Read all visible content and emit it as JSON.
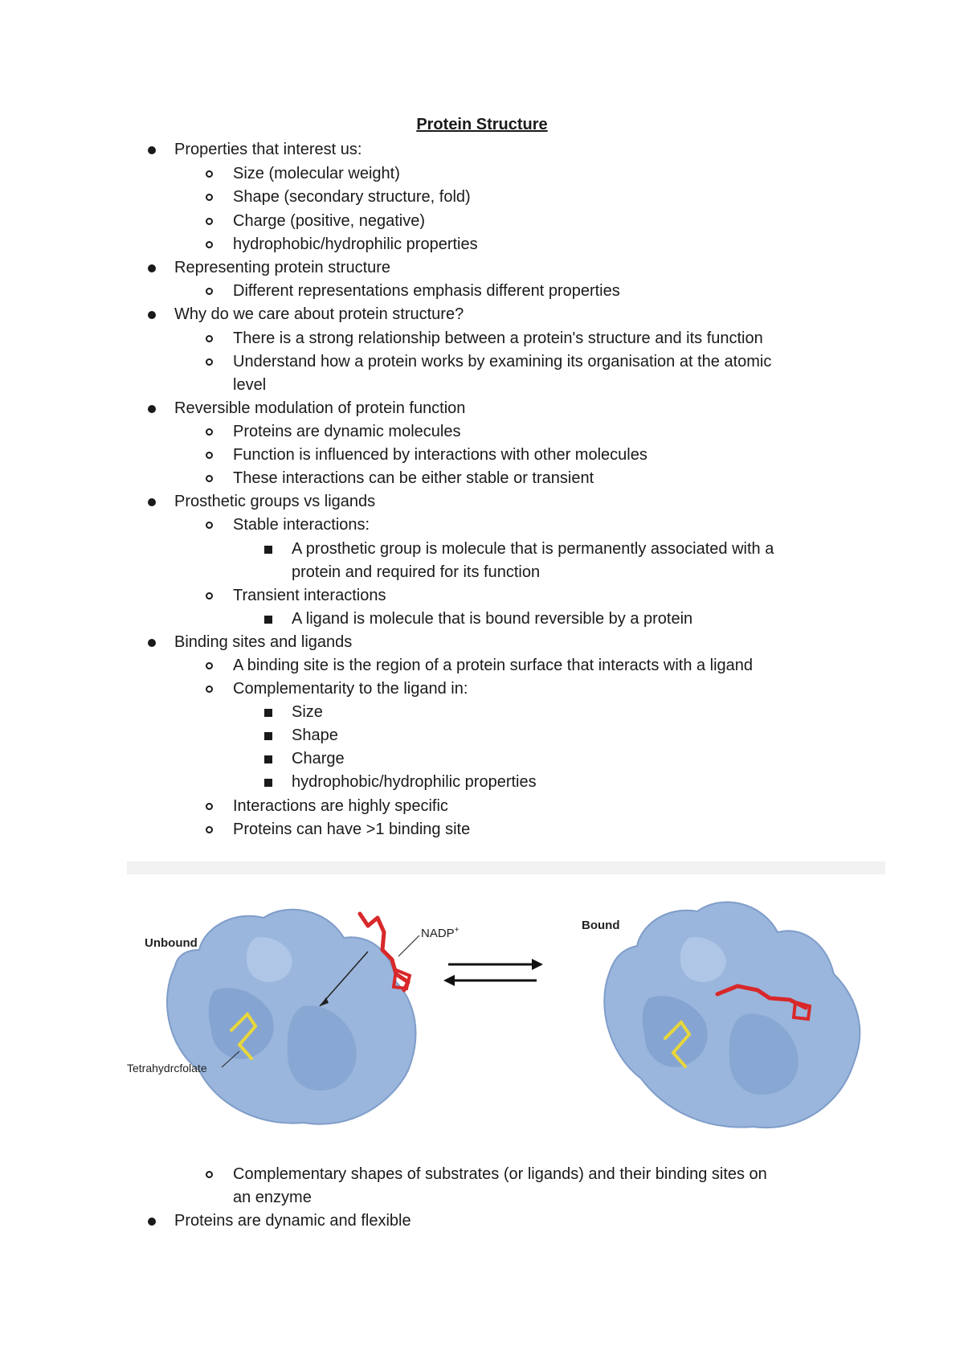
{
  "title": "Protein Structure",
  "lines": [
    "Properties that interest us:",
    "Size (molecular weight)",
    "Shape (secondary structure, fold)",
    "Charge (positive, negative)",
    "hydrophobic/hydrophilic properties",
    "Representing protein structure",
    "Different representations emphasis different properties",
    "Why do we care about protein structure?",
    "There is a strong relationship between a protein's structure and its function",
    "Understand how a protein works by examining its organisation at the atomic",
    "level",
    "Reversible modulation of protein function",
    "Proteins are dynamic molecules",
    "Function is influenced by interactions with other molecules",
    "These interactions can be either stable or transient",
    "Prosthetic groups vs ligands",
    "Stable interactions:",
    "A prosthetic group is molecule that is permanently associated with a",
    "protein and required for its function",
    "Transient interactions",
    "A ligand is molecule that is bound reversible by a protein",
    "Binding sites and ligands",
    "A binding site is the region of a protein surface that interacts with a ligand",
    "Complementarity to the ligand in:",
    "Size",
    "Shape",
    "Charge",
    "hydrophobic/hydrophilic properties",
    "Interactions are highly specific",
    "Proteins can have >1 binding site",
    "Complementary shapes of substrates (or ligands) and their binding sites on",
    "an enzyme",
    "Proteins are dynamic and flexible"
  ],
  "figure": {
    "unbound_label": "Unbound",
    "bound_label": "Bound",
    "nadp_label": "NADP",
    "nadp_sup": "+",
    "thf_label": "Tetrahydrcfolate",
    "colors": {
      "protein": "#9ab6dc",
      "protein_shadow": "#6f8fbf",
      "nadp": "#d8282a",
      "thf": "#e8d73a"
    }
  }
}
